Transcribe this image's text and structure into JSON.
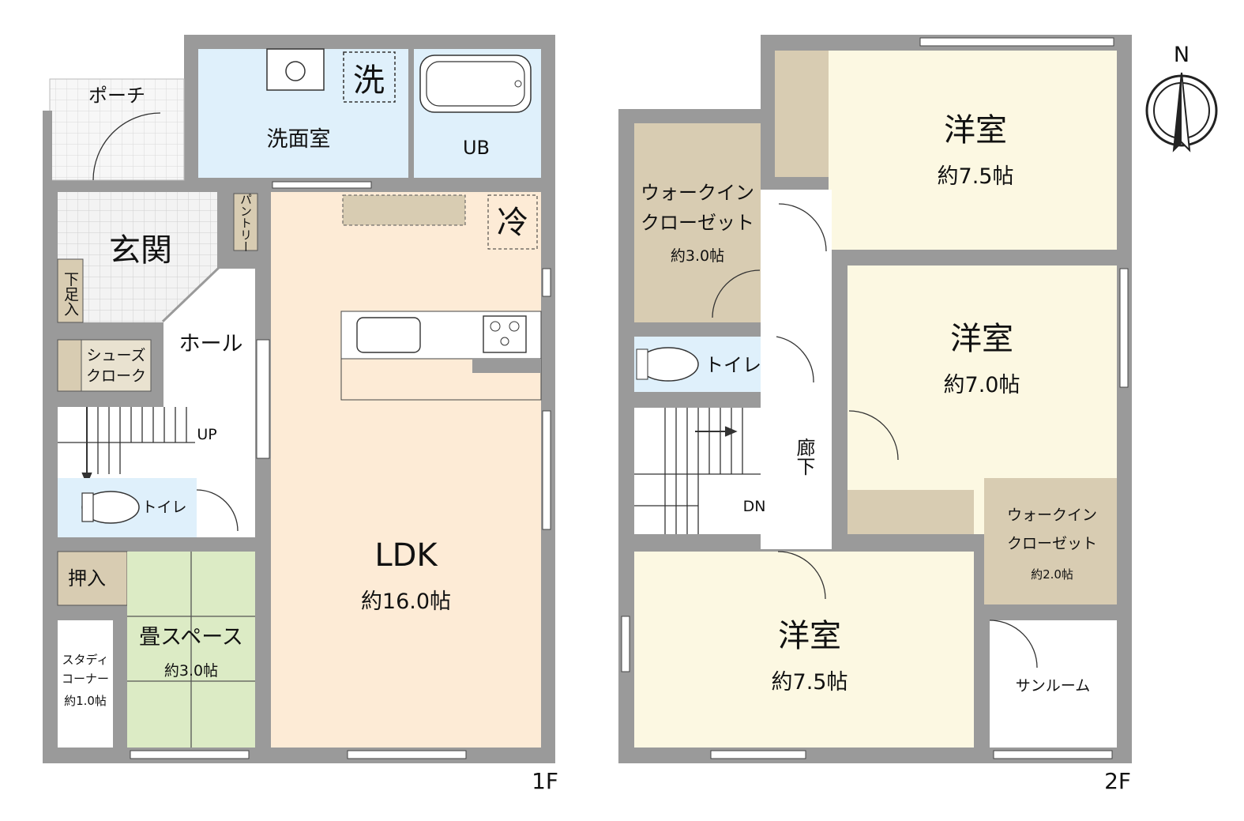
{
  "floor1": {
    "name": "1F",
    "porch": "ポーチ",
    "entrance": "玄関",
    "shoe_box": "下足入",
    "shoes_closet_line1": "シューズ",
    "shoes_closet_line2": "クローク",
    "hall": "ホール",
    "washroom": "洗面室",
    "washer_mark": "洗",
    "unit_bath": "UB",
    "pantry": "パントリー",
    "fridge_mark": "冷",
    "ldk": "LDK",
    "ldk_size": "約16.0帖",
    "stairs_up": "UP",
    "toilet": "トイレ",
    "closet": "押入",
    "tatami": "畳スペース",
    "tatami_size": "約3.0帖",
    "study_line1": "スタディ",
    "study_line2": "コーナー",
    "study_size": "約1.0帖"
  },
  "floor2": {
    "name": "2F",
    "compass": "N",
    "room_top": "洋室",
    "room_top_size": "約7.5帖",
    "wic_left_line1": "ウォークイン",
    "wic_left_line2": "クローゼット",
    "wic_left_size": "約3.0帖",
    "room_mid": "洋室",
    "room_mid_size": "約7.0帖",
    "toilet": "トイレ",
    "corridor": "廊下",
    "stairs_down": "DN",
    "wic_right_line1": "ウォークイン",
    "wic_right_line2": "クローゼット",
    "wic_right_size": "約2.0帖",
    "room_bottom": "洋室",
    "room_bottom_size": "約7.5帖",
    "sunroom": "サンルーム"
  },
  "colors": {
    "wall": "#9a9a9a",
    "wet_area": "#dff0fb",
    "ldk": "#fdebd6",
    "western_room": "#fcf8e2",
    "closet": "#d8ccb2",
    "tatami": "#dcebc5",
    "entrance_tile": "#f0f0f0"
  }
}
